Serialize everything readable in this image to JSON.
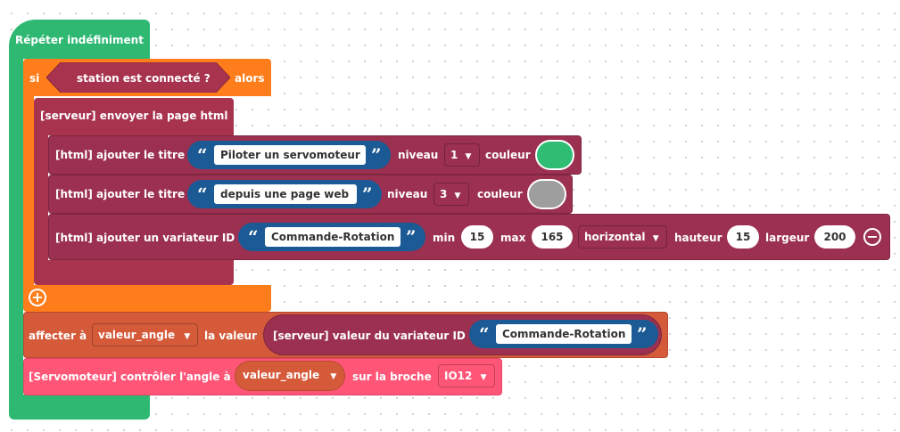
{
  "colors": {
    "loop": "#2eb872",
    "control": "#ff7d1a",
    "html": "#a8334f",
    "text": "#1b5a94",
    "variable": "#d45a3a",
    "servo": "#ff5577",
    "color_green": "#2ebd73",
    "color_gray": "#9e9e9e"
  },
  "loop": {
    "label": "Répéter indéfiniment"
  },
  "if_block": {
    "si": "si",
    "condition": "station est connecté ?",
    "alors": "alors",
    "add_icon": "plus-circle-icon"
  },
  "send_page": {
    "label": "[serveur] envoyer la page html"
  },
  "title1": {
    "label": "[html] ajouter le titre",
    "text": "Piloter un servomoteur",
    "niveau_label": "niveau",
    "niveau": "1",
    "couleur_label": "couleur"
  },
  "title2": {
    "label": "[html] ajouter le titre",
    "text": "depuis une page web",
    "niveau_label": "niveau",
    "niveau": "3",
    "couleur_label": "couleur"
  },
  "slider": {
    "label": "[html] ajouter un variateur ID",
    "id": "Commande-Rotation",
    "min_label": "min",
    "min": "15",
    "max_label": "max",
    "max": "165",
    "orientation": "horizontal",
    "hauteur_label": "hauteur",
    "hauteur": "15",
    "largeur_label": "largeur",
    "largeur": "200",
    "remove_icon": "minus-circle-icon"
  },
  "assign": {
    "label": "affecter à",
    "variable": "valeur_angle",
    "value_label": "la valeur",
    "source_label": "[serveur] valeur du variateur ID",
    "source_id": "Commande-Rotation"
  },
  "servo": {
    "label": "[Servomoteur] contrôler l'angle à",
    "variable": "valeur_angle",
    "pin_label": "sur la broche",
    "pin": "IO12"
  },
  "glyphs": {
    "open_quote": "“",
    "close_quote": "”",
    "dropdown": "▼",
    "plus": "+",
    "minus": "−"
  }
}
